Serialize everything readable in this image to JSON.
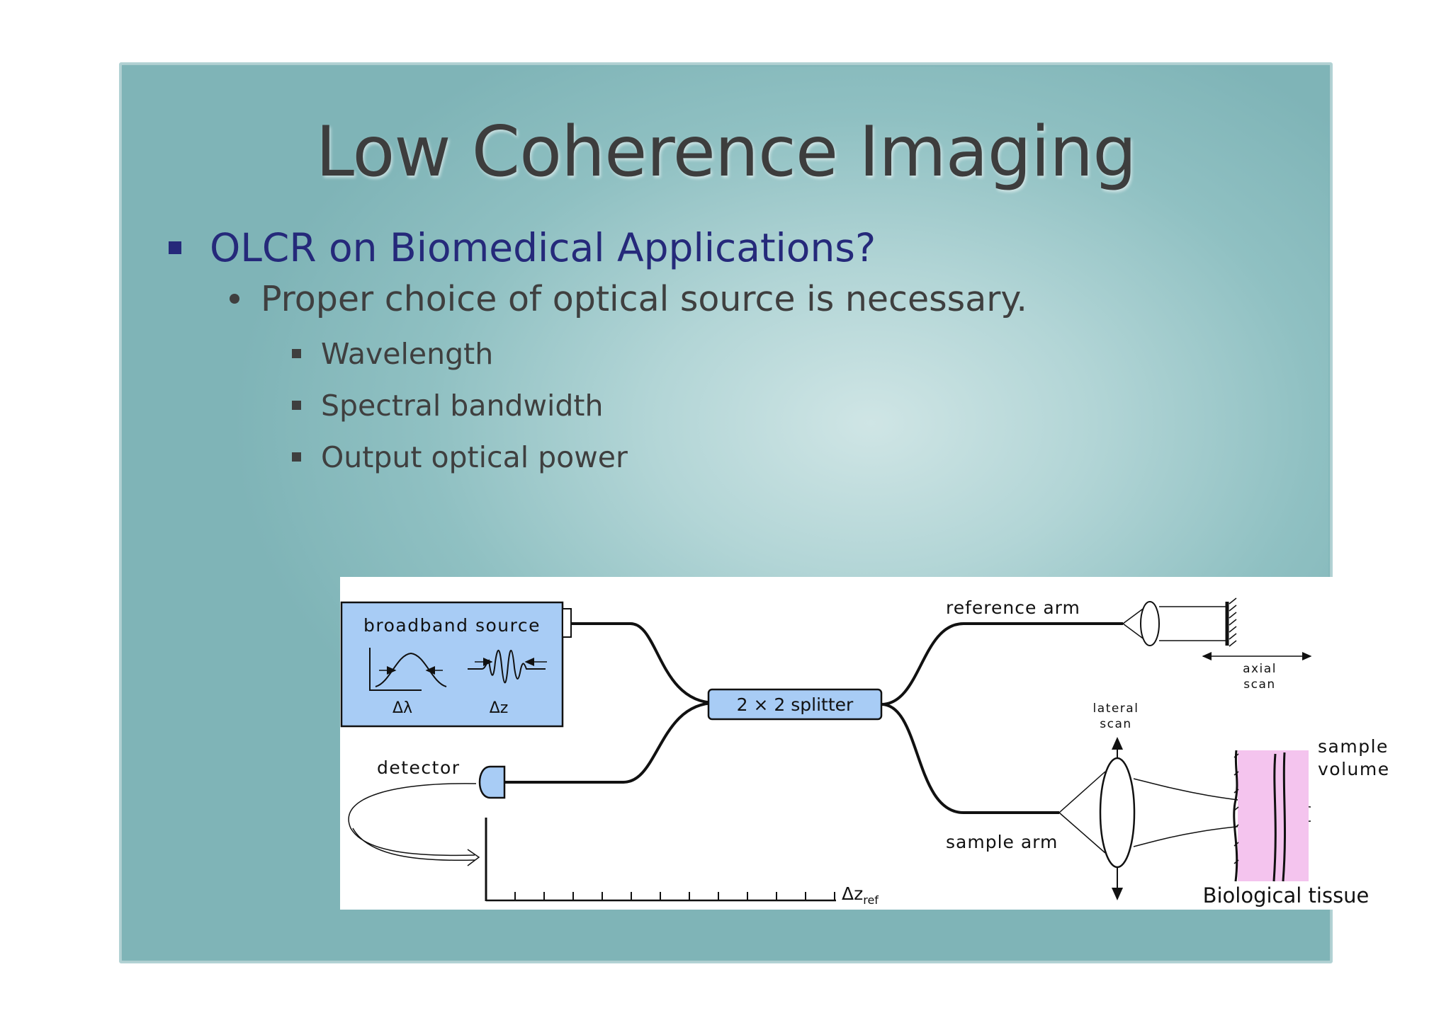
{
  "slide": {
    "title": "Low Coherence Imaging",
    "bullets": {
      "level1": "OLCR on Biomedical Applications?",
      "level2": "Proper choice of optical source is necessary.",
      "level3": [
        "Wavelength",
        "Spectral bandwidth",
        "Output optical power"
      ]
    }
  },
  "diagram": {
    "source_label": "broadband source",
    "delta_lambda": "Δλ",
    "delta_z": "Δz",
    "splitter_label": "2 × 2 splitter",
    "reference_arm_label": "reference arm",
    "axial_scan_label": [
      "axial",
      "scan"
    ],
    "lateral_scan_label": [
      "lateral",
      "scan"
    ],
    "sample_volume_label": [
      "sample",
      "volume"
    ],
    "sample_arm_label": "sample arm",
    "detector_label": "detector",
    "delta_z_ref": "Δz",
    "delta_z_ref_sub": "ref",
    "tissue_label": "Biological tissue"
  },
  "colors": {
    "title": "#3d3d3d",
    "level1_text": "#25297a",
    "body_text": "#3f3f3f",
    "source_box": "#a8ccf5",
    "splitter_box": "#a8ccf5",
    "tissue": "#f4c4ee"
  }
}
